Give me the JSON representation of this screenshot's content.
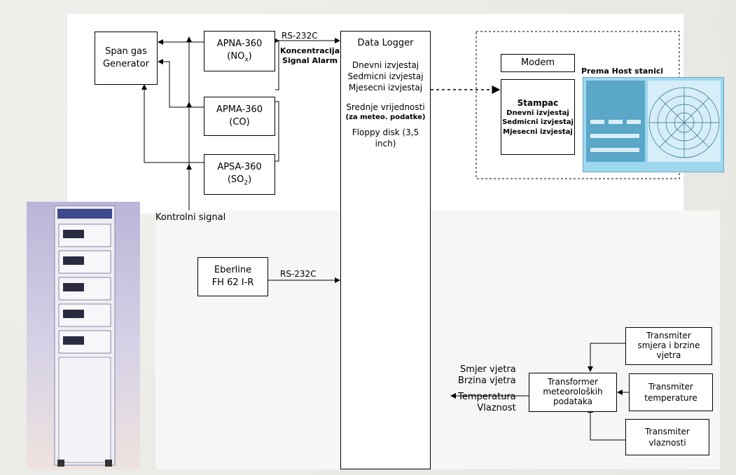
{
  "boxes": {
    "span_gas": [
      "Span gas",
      "Generator"
    ],
    "apna": [
      "APNA-360",
      "(NO",
      "x",
      ")"
    ],
    "apma": [
      "APMA-360",
      "(CO)"
    ],
    "apsa": [
      "APSA-360",
      "(SO",
      "2",
      ")"
    ],
    "data_logger": {
      "title": "Data Logger",
      "reports": [
        "Dnevni izvjestaj",
        "Sedmicni izvjestaj",
        "Mjesecni izvjestaj"
      ],
      "averages": "Srednje vrijednosti",
      "averages_note": "(za meteo. podatke)",
      "floppy": "Floppy disk (3,5 inch)"
    },
    "eberline": [
      "Eberline",
      "FH 62 I-R"
    ],
    "modem": "Modem",
    "stampac": {
      "title": "Stampac",
      "reports": [
        "Dnevni izvjestaj",
        "Sedmicni izvjestaj",
        "Mjesecni izvjestaj"
      ]
    },
    "transformer": [
      "Transformer",
      "meteoroloških",
      "podataka"
    ],
    "tx_wind": [
      "Transmiter",
      "smjera i brzine",
      "vjetra"
    ],
    "tx_temp": [
      "Transmiter",
      "temperature"
    ],
    "tx_hum": [
      "Transmiter",
      "vlaznosti"
    ]
  },
  "labels": {
    "rs232_top": "RS-232C",
    "concentration": [
      "Koncentracija",
      "Signal Alarm"
    ],
    "control_signal": "Kontrolni signal",
    "rs232_bottom": "RS-232C",
    "host": "Prema Host stanici",
    "meteo": [
      "Smjer vjetra",
      "Brzina vjetra",
      "Temperatura",
      "Vlaznost"
    ]
  },
  "colors": {
    "line": "#000000",
    "monitor_bg": "#9ed8ef",
    "cabinet": "#b9b6d8"
  }
}
